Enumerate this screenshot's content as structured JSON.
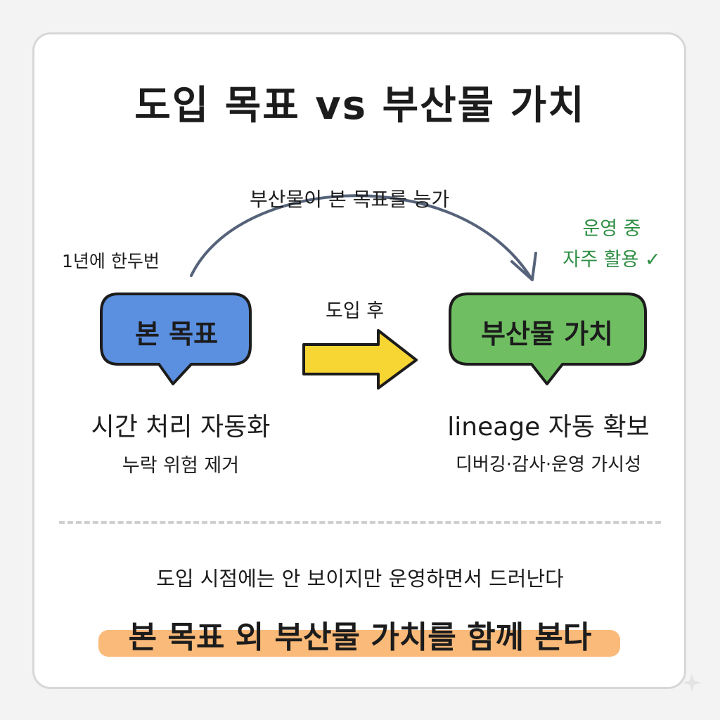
{
  "title": "도입 목표 vs 부산물 가치",
  "arc_label": "부산물이 본 목표를 능가",
  "left": {
    "frequency": "1년에 한두번",
    "bubble": "본 목표",
    "main": "시간 처리 자동화",
    "sub": "누락 위험 제거"
  },
  "middle": {
    "label": "도입 후"
  },
  "right": {
    "ops_line1": "운영 중",
    "ops_line2": "자주 활용",
    "check": "✓",
    "bubble": "부산물 가치",
    "main": "lineage 자동 확보",
    "sub": "디버깅·감사·운영 가시성"
  },
  "bottom": {
    "note": "도입 시점에는 안 보이지만 운영하면서 드러난다",
    "conclusion": "본 목표 외 부산물 가치를 함께 본다"
  },
  "colors": {
    "blue": "#5b8fe0",
    "green": "#6fbf62",
    "yellow": "#f7d533",
    "orange": "#f9b26a",
    "ops_green": "#2f8f45",
    "arc": "#55627a"
  }
}
